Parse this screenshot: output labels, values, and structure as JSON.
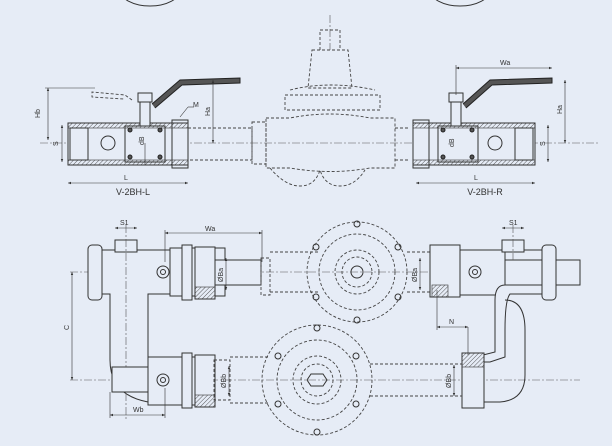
{
  "top_view": {
    "left_valve": {
      "caption": "V-2BH-L",
      "labels": {
        "hb": "Hb",
        "s": "S",
        "l": "L",
        "m": "M",
        "ha": "Ha",
        "db": "dB"
      }
    },
    "right_valve": {
      "caption": "V-2BH-R",
      "labels": {
        "wa": "Wa",
        "ha": "Ha",
        "s": "S",
        "l": "L",
        "db": "dB"
      }
    }
  },
  "bottom_view": {
    "labels": {
      "s1_left": "S1",
      "s1_right": "S1",
      "wa": "Wa",
      "dba_left": "ØBa",
      "dba_right": "ØBa",
      "c": "C",
      "wb": "Wb",
      "n": "N",
      "dbb_left": "ØBb",
      "dbb_right": "ØBb"
    }
  }
}
